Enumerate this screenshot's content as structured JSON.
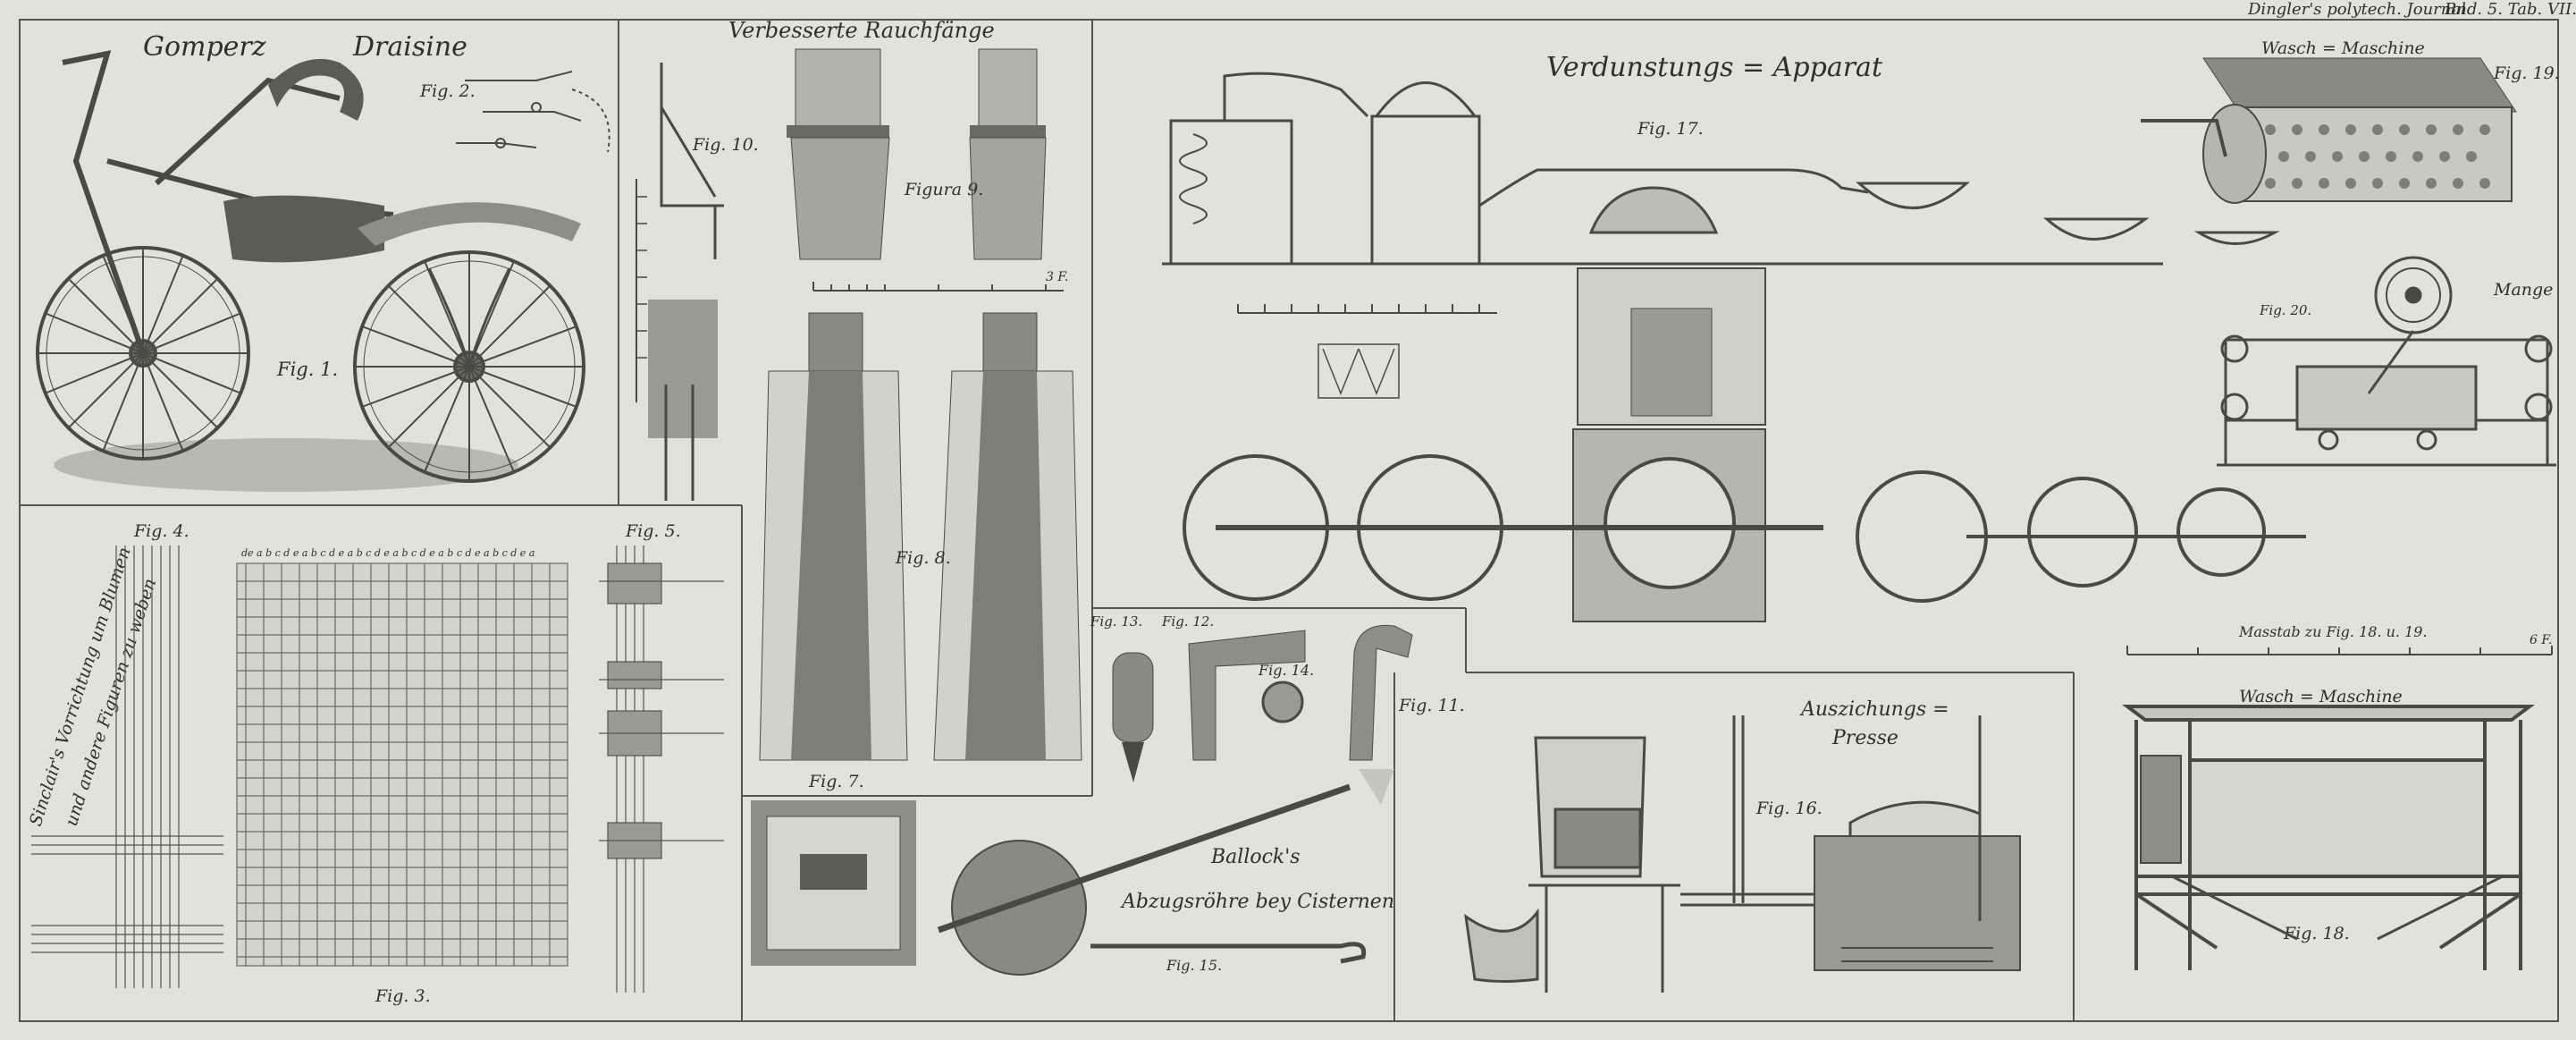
{
  "header": {
    "journal": "Dingler's polytech. Journal",
    "volume": "Bnd. 5. Tab. VII."
  },
  "panels": {
    "draisine": {
      "inventor": "Gomperz",
      "name": "Draisine",
      "fig1": "Fig. 1.",
      "fig2": "Fig. 2."
    },
    "smoke": {
      "title": "Verbesserte Rauchfänge",
      "fig10": "Fig. 10.",
      "fig9": "Figura 9.",
      "fig8": "Fig. 8.",
      "fig7": "Fig. 7.",
      "scale_label": "3 F."
    },
    "evaporator": {
      "title": "Verdunstungs = Apparat",
      "fig17": "Fig. 17."
    },
    "washer": {
      "title": "Wasch = Maschine",
      "fig19": "Fig. 19."
    },
    "mangle": {
      "title": "Mange",
      "fig20": "Fig. 20."
    },
    "scale": {
      "label": "Masstab zu Fig. 18. u. 19.",
      "end": "6 F."
    },
    "weaving": {
      "fig4": "Fig. 4.",
      "fig3": "Fig. 3.",
      "fig5": "Fig. 5.",
      "side_line1": "Sinclair's Vorrichtung um Blumen",
      "side_line2": "und andere Figuren zu weben",
      "top_letters": "de a b c d e a b c d e a b c d e a b c d e a b c d e a b c d e a"
    },
    "cistern": {
      "fig13": "Fig. 13.",
      "fig12": "Fig. 12.",
      "fig14": "Fig. 14.",
      "fig11": "Fig. 11.",
      "fig15": "Fig. 15.",
      "caption1": "Ballock's",
      "caption2": "Abzugsröhre bey Cisternen"
    },
    "press": {
      "title1": "Auszichungs =",
      "title2": "Presse",
      "fig16": "Fig. 16."
    },
    "washer2": {
      "title": "Wasch = Maschine",
      "fig18": "Fig. 18."
    }
  },
  "colors": {
    "paper": "#e2e2da",
    "ink": "#4a4a44",
    "shade": "#8e8e86"
  }
}
